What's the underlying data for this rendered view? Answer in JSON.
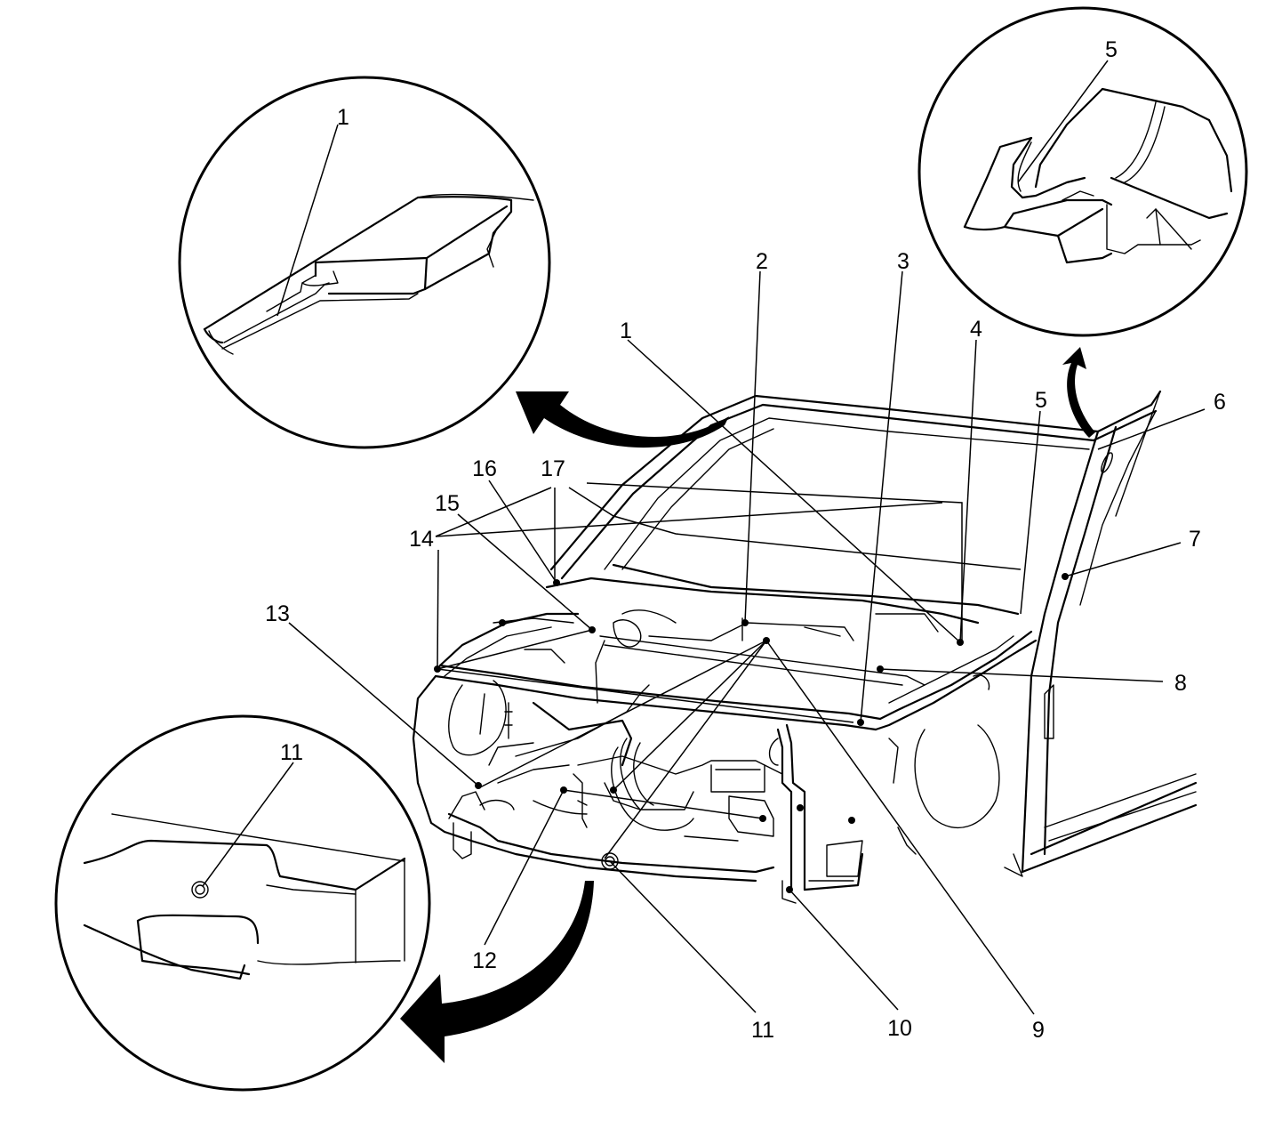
{
  "callouts": {
    "c1_detail": "1",
    "c5_detail": "5",
    "c11_detail": "11",
    "c1": "1",
    "c2": "2",
    "c3": "3",
    "c4": "4",
    "c5": "5",
    "c6": "6",
    "c7": "7",
    "c8": "8",
    "c9": "9",
    "c10": "10",
    "c11": "11",
    "c12": "12",
    "c13": "13",
    "c14": "14",
    "c15": "15",
    "c16": "16",
    "c17": "17"
  },
  "colors": {
    "ink": "#000000",
    "paper": "#ffffff"
  }
}
